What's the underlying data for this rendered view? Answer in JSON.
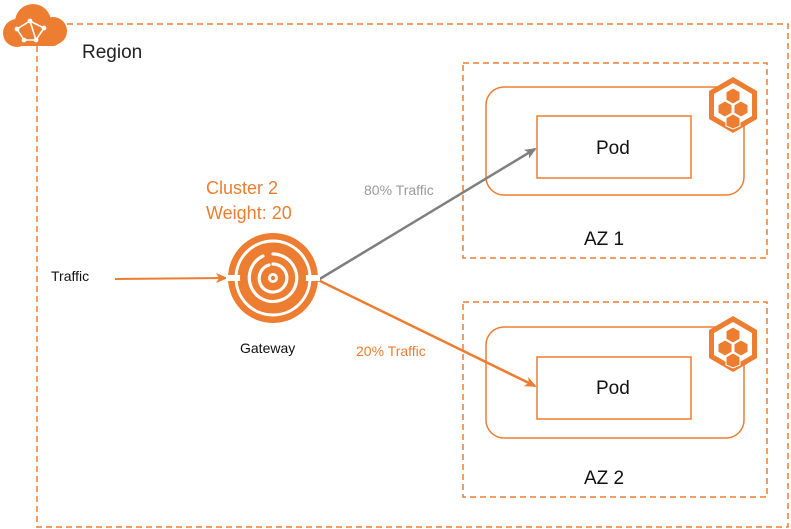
{
  "region": {
    "label": "Region",
    "icon": "cloud-icon"
  },
  "cluster": {
    "name": "Cluster 2",
    "weight_label": "Weight: 20"
  },
  "gateway": {
    "label": "Gateway",
    "icon": "gateway-icon"
  },
  "traffic_in": {
    "label": "Traffic"
  },
  "routes": [
    {
      "label": "80% Traffic",
      "color": "#7F7F7F"
    },
    {
      "label": "20% Traffic",
      "color": "#ED7D31"
    }
  ],
  "zones": [
    {
      "label": "AZ 1",
      "pod_label": "Pod",
      "icon": "container-cluster-icon"
    },
    {
      "label": "AZ 2",
      "pod_label": "Pod",
      "icon": "container-cluster-icon"
    }
  ],
  "colors": {
    "accent": "#ED7D31",
    "neutral_arrow": "#7F7F7F",
    "muted_text": "#9A9A9A"
  }
}
